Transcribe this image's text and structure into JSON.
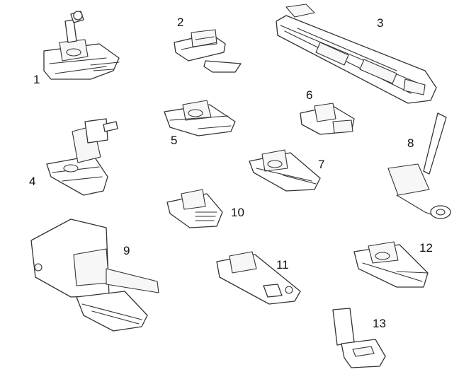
{
  "diagram": {
    "labels": [
      "1",
      "2",
      "3",
      "4",
      "5",
      "6",
      "7",
      "8",
      "9",
      "10",
      "11",
      "12",
      "13"
    ]
  },
  "icons": [
    "presser-foot-1-icon",
    "presser-foot-2-icon",
    "buttonhole-foot-3-icon",
    "presser-foot-4-icon",
    "presser-foot-5-icon",
    "presser-foot-6-icon",
    "presser-foot-7-icon",
    "presser-foot-8-icon",
    "walking-foot-9-icon",
    "presser-foot-10-icon",
    "presser-foot-11-icon",
    "presser-foot-12-icon",
    "presser-foot-13-icon"
  ],
  "colors": {
    "line": "#333333",
    "background": "#ffffff"
  }
}
